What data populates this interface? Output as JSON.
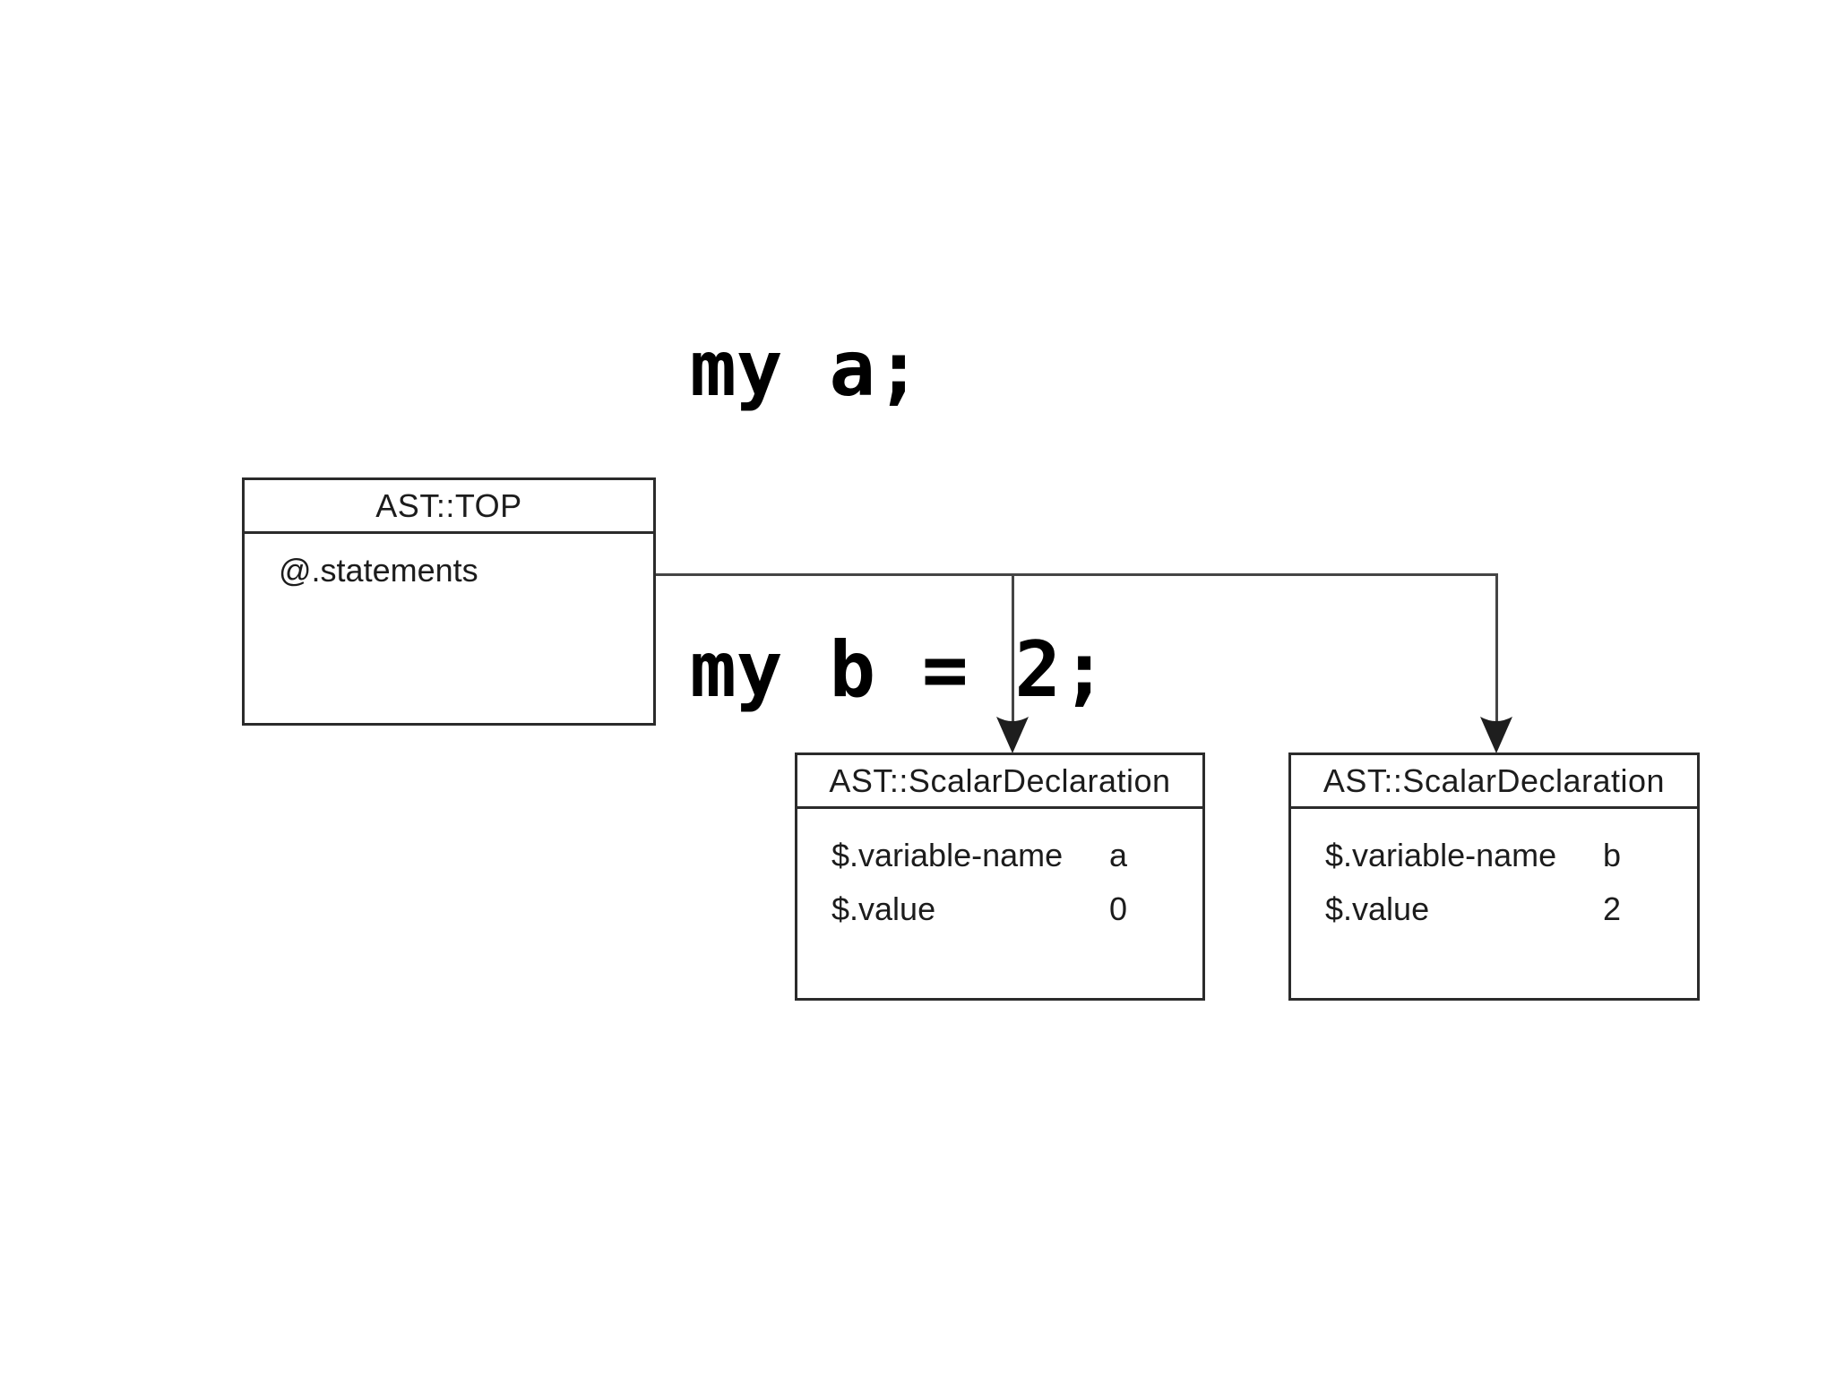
{
  "code": {
    "lines": [
      "my a;",
      "my b = 2;"
    ]
  },
  "nodes": {
    "top": {
      "title": "AST::TOP",
      "fields": [
        {
          "name": "@.statements",
          "value": ""
        }
      ]
    },
    "scalar_a": {
      "title": "AST::ScalarDeclaration",
      "fields": [
        {
          "name": "$.variable-name",
          "value": "a"
        },
        {
          "name": "$.value",
          "value": "0"
        }
      ]
    },
    "scalar_b": {
      "title": "AST::ScalarDeclaration",
      "fields": [
        {
          "name": "$.variable-name",
          "value": "b"
        },
        {
          "name": "$.value",
          "value": "2"
        }
      ]
    }
  },
  "colors": {
    "background": "#ffffff",
    "box_border": "#2b2b2b",
    "connector": "#454545",
    "text": "#1c1c1c"
  }
}
